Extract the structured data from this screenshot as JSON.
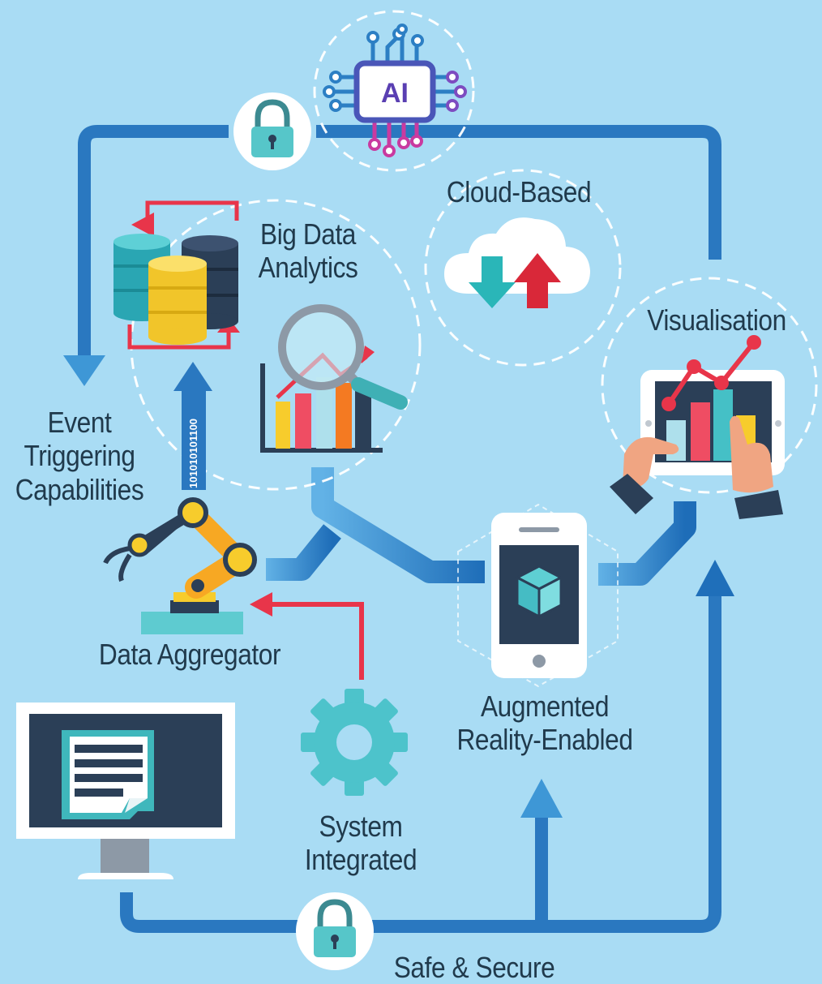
{
  "labels": {
    "ai": "AI",
    "big_data_line1": "Big Data",
    "big_data_line2": "Analytics",
    "cloud": "Cloud-Based",
    "visualisation": "Visualisation",
    "event_line1": "Event",
    "event_line2": "Triggering",
    "event_line3": "Capabilities",
    "binary": "101010101100",
    "data_aggregator": "Data Aggregator",
    "ar_line1": "Augmented",
    "ar_line2": "Reality-Enabled",
    "system_line1": "System",
    "system_line2": "Integrated",
    "safe": "Safe & Secure"
  },
  "icons": [
    "ai-chip-icon",
    "lock-icon",
    "database-icon",
    "magnifier-chart-icon",
    "cloud-icon",
    "tablet-chart-icon",
    "smartphone-icon",
    "cube-icon",
    "robot-arm-icon",
    "gear-icon",
    "monitor-icon",
    "document-icon"
  ],
  "colors": {
    "background": "#a9dcf4",
    "pipe": "#1f6fba",
    "pipe_light": "#3e97d6",
    "red_arrow": "#e8354a",
    "teal": "#4dc3cb",
    "navy": "#2b3f57",
    "yellow": "#f7cc2c",
    "text": "#203a4c"
  }
}
